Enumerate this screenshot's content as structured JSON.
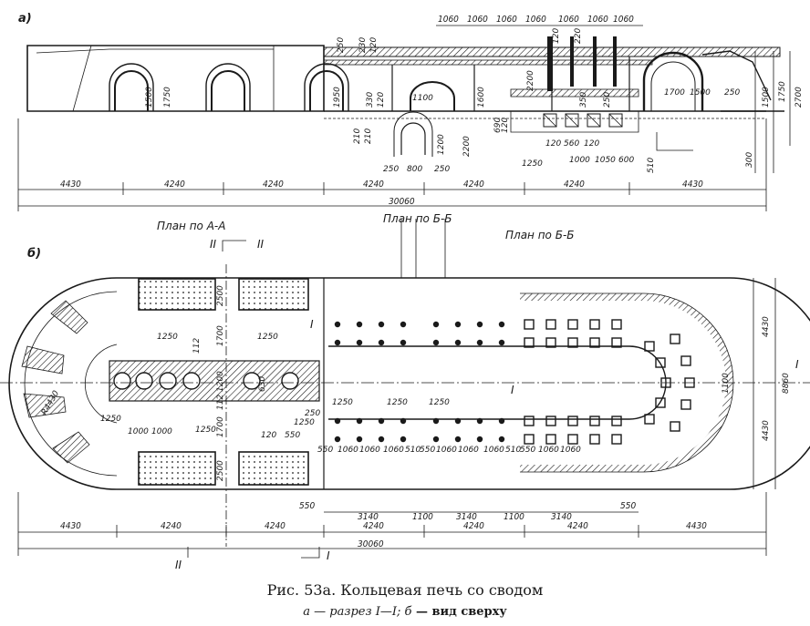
{
  "view_a": {
    "label": "а)",
    "top_dims": [
      "1060",
      "1060",
      "1060",
      "1060",
      "1060",
      "1060",
      "1060"
    ],
    "inner_dims": [
      "250",
      "230",
      "120",
      "120",
      "220",
      "1500",
      "1750",
      "1950",
      "330",
      "120",
      "1100",
      "1600",
      "2200",
      "690",
      "120",
      "350",
      "250",
      "1700",
      "1500",
      "250",
      "1500",
      "1750",
      "2700",
      "210",
      "210",
      "1200",
      "2200",
      "250",
      "800",
      "250",
      "1250",
      "120",
      "560",
      "120",
      "1000",
      "1050",
      "600",
      "510",
      "300"
    ],
    "bottom_dims": [
      "4430",
      "4240",
      "4240",
      "4240",
      "4240",
      "4240",
      "4430"
    ],
    "total": "30060"
  },
  "view_b": {
    "label": "б)",
    "plan_aa": "План по А-А",
    "plan_bb1": "План по Б-Б",
    "plan_bb2": "План по Б-Б",
    "section_mark_top": "II",
    "section_mark_top2": "II",
    "section_mark_bottom_left": "II",
    "section_mark_bottom_right": "I",
    "section_mark_mid_left": "I",
    "section_mark_mid_right": "I",
    "section_mark_mid_right2": "I",
    "right_dims": [
      "4430",
      "8860",
      "4430",
      "1100"
    ],
    "left_dims": [
      "R4430",
      "2500",
      "1700",
      "1200",
      "630",
      "1250",
      "1250",
      "112",
      "1250",
      "1250",
      "1000",
      "1000",
      "1250",
      "1700",
      "112",
      "120",
      "550",
      "250",
      "2500"
    ],
    "row_dims": [
      "550",
      "1060",
      "1060",
      "1060",
      "510",
      "550",
      "1060",
      "1060",
      "1060",
      "510",
      "550",
      "1060",
      "1060"
    ],
    "span_dims": [
      "550",
      "3140",
      "1100",
      "3140",
      "1100",
      "3140",
      "550"
    ],
    "bottom_dims": [
      "4430",
      "4240",
      "4240",
      "4240",
      "4240",
      "4240",
      "4430"
    ],
    "total": "30060"
  },
  "caption": {
    "title": "Рис. 53а. Кольцевая печь со сводом",
    "sub_a": "а",
    "sub_a_text": " — разрез ",
    "sub_a_sec": "I—I",
    "sub_b": "; б",
    "sub_b_text": " — вид сверху"
  }
}
